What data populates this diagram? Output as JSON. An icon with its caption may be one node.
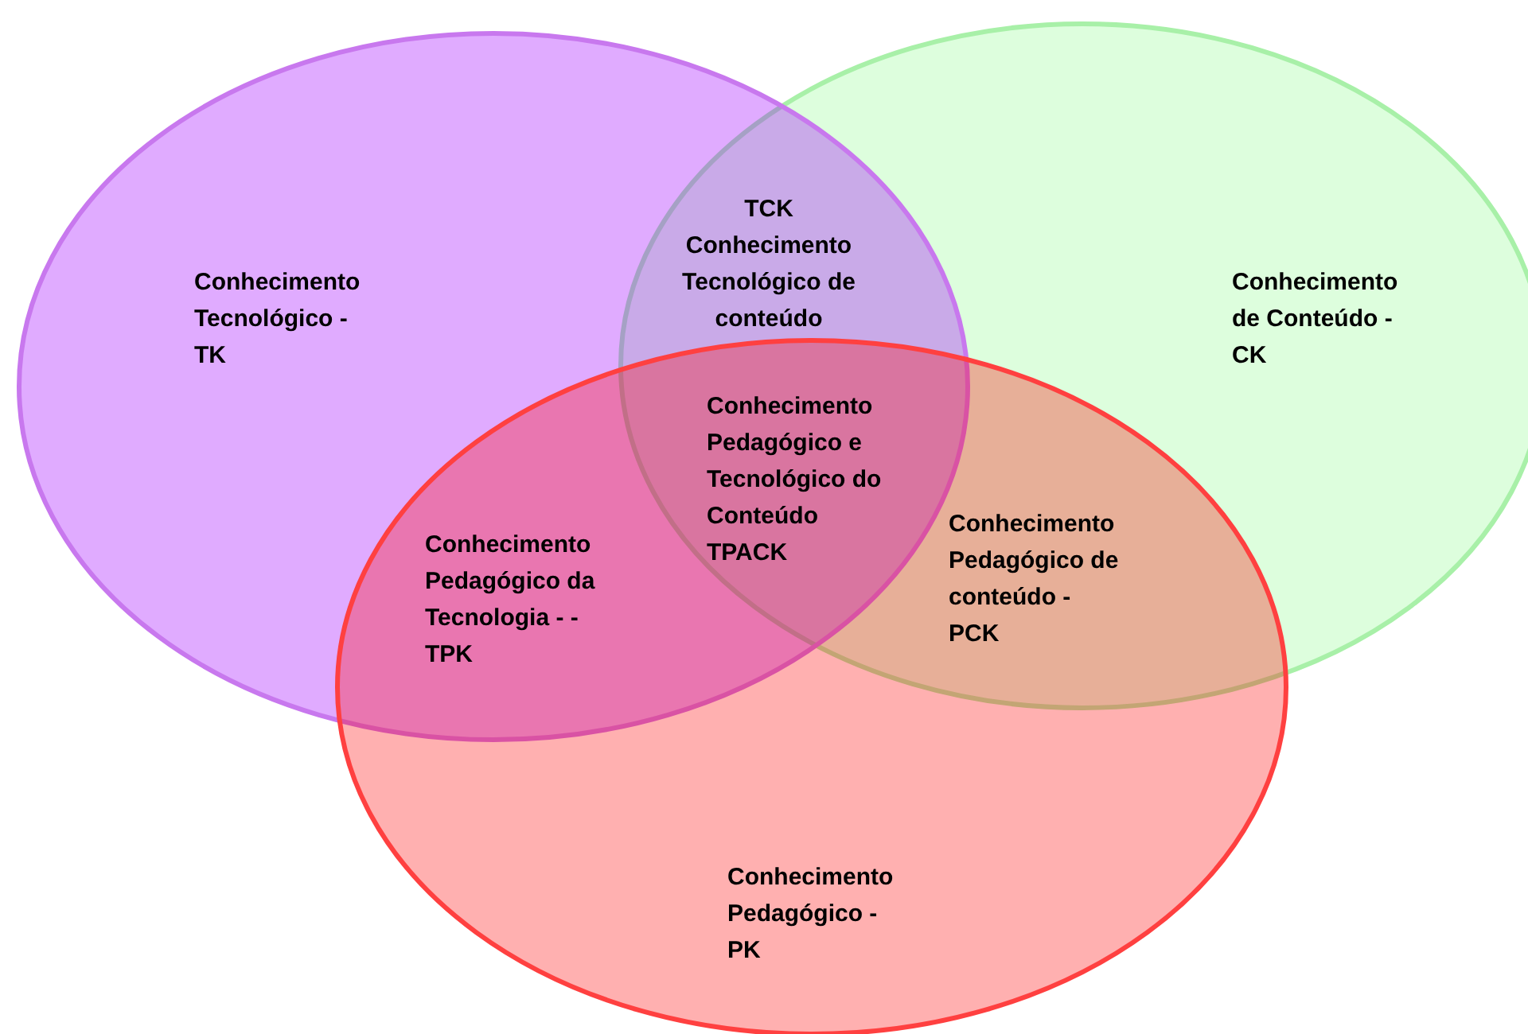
{
  "diagram": {
    "nodes": [
      {
        "text": [
          "Conhecimento Tecnológico - TK"
        ]
      },
      {
        "text": [
          "Conhecimento de Conteúdo - CK"
        ]
      },
      {
        "text": [
          "Conhecimento Pedagógico - PK"
        ]
      }
    ],
    "labels": [
      "TCK Conhecimento Tecnológico de conteúdo",
      "Conhecimento Pedagógico e Tecnológico do Conteúdo TPACK",
      "Conhecimento Pedagógico da Tecnologia - -TPK",
      "Conhecimento Pedagógico de conteúdo - PCK"
    ]
  }
}
